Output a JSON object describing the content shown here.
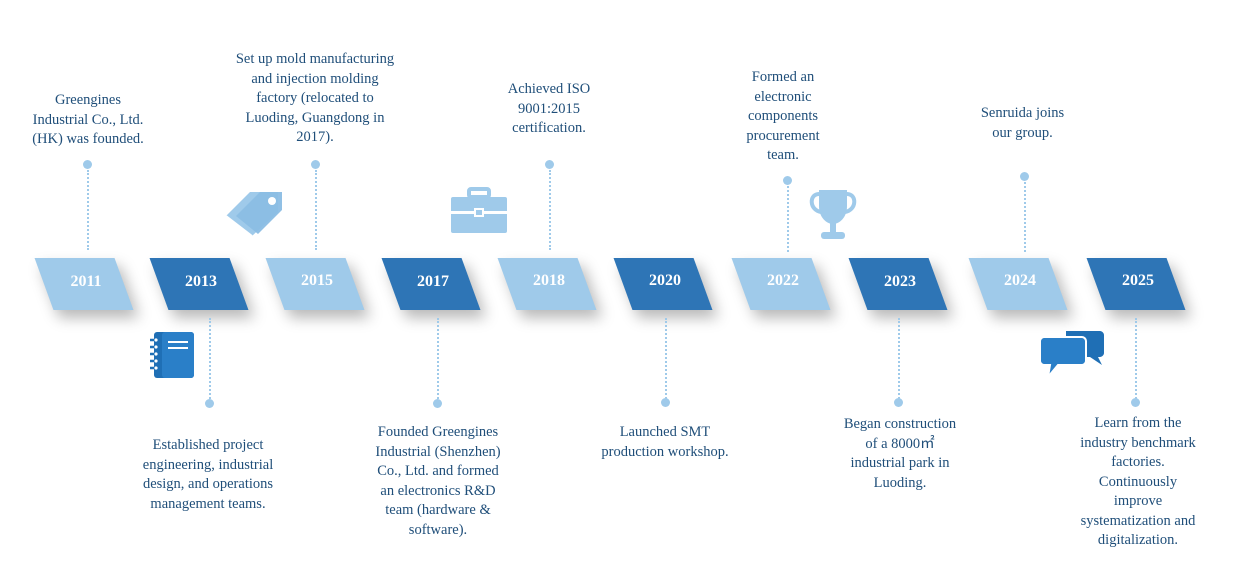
{
  "milestones": [
    {
      "year": "2011",
      "text": "Greengines\nIndustrial Co., Ltd.\n(HK) was founded."
    },
    {
      "year": "2013",
      "text": "Established project\nengineering, industrial\ndesign, and operations\nmanagement teams."
    },
    {
      "year": "2015",
      "text": "Set up mold manufacturing\nand injection molding\nfactory (relocated to\nLuoding, Guangdong in\n2017)."
    },
    {
      "year": "2017",
      "text": "Founded Greengines\nIndustrial (Shenzhen)\nCo., Ltd. and formed\nan electronics R&D\nteam (hardware &\nsoftware)."
    },
    {
      "year": "2018",
      "text": "Achieved ISO\n9001:2015\ncertification."
    },
    {
      "year": "2020",
      "text": "Launched SMT\nproduction workshop."
    },
    {
      "year": "2022",
      "text": "Formed an\nelectronic\ncomponents\nprocurement\nteam."
    },
    {
      "year": "2023",
      "text": "Began construction\nof a 8000㎡\nindustrial park in\nLuoding."
    },
    {
      "year": "2024",
      "text": "Senruida joins\nour group."
    },
    {
      "year": "2025",
      "text": "Learn from the\nindustry benchmark\nfactories.\nContinuously\nimprove\nsystematization and\ndigitalization."
    }
  ],
  "icons": [
    "tag-icon",
    "briefcase-icon",
    "trophy-icon",
    "notebook-icon",
    "chat-icon"
  ],
  "colors": {
    "light": "#9fcaea",
    "dark": "#2e75b6",
    "text": "#1f4e79",
    "icon": "#1f6fb5"
  }
}
